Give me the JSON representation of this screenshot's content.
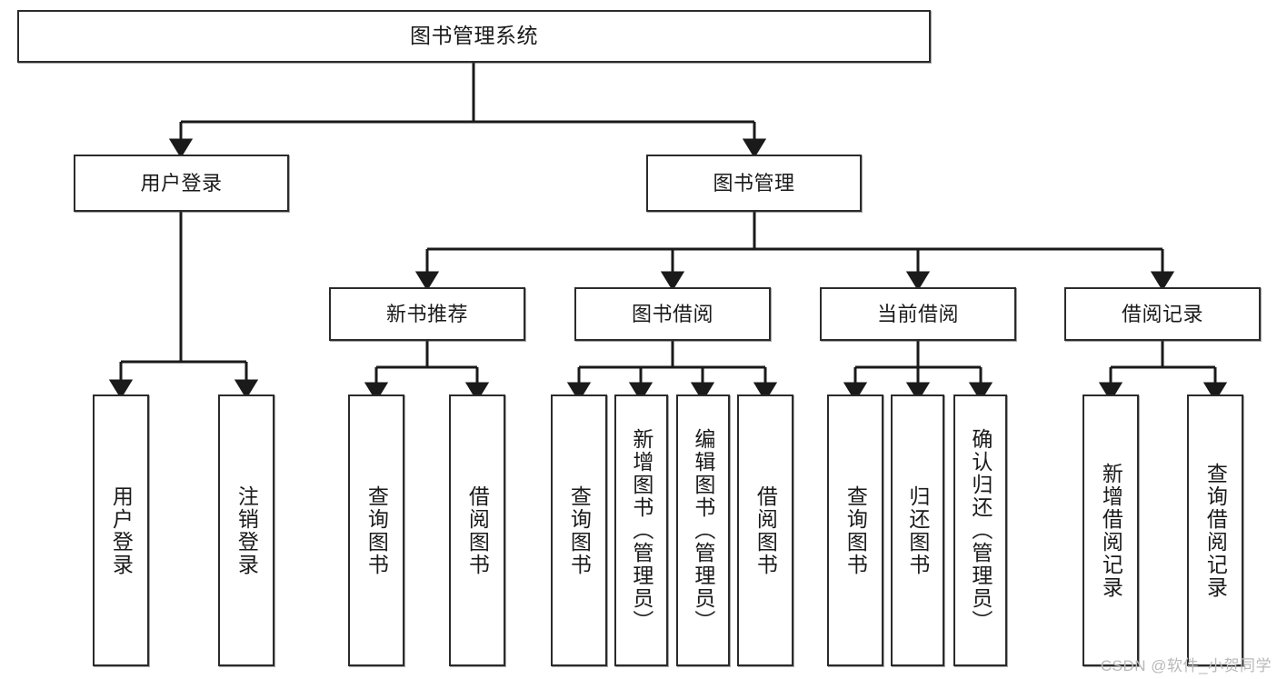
{
  "diagram": {
    "title": "图书管理系统",
    "type": "tree",
    "colors": {
      "box_border": "#2b2b2b",
      "box_fill": "#ffffff",
      "connector": "#1a1a1a",
      "watermark": "#b9b9b9",
      "background": "#ffffff"
    },
    "root": {
      "label": "图书管理系统"
    },
    "level2": [
      {
        "id": "user-login",
        "label": "用户登录"
      },
      {
        "id": "book-management",
        "label": "图书管理"
      }
    ],
    "level3": [
      {
        "id": "new-book-recommend",
        "label": "新书推荐"
      },
      {
        "id": "book-borrow",
        "label": "图书借阅"
      },
      {
        "id": "current-borrow",
        "label": "当前借阅"
      },
      {
        "id": "borrow-record",
        "label": "借阅记录"
      }
    ],
    "leaves": [
      {
        "id": "leaf-user-login",
        "label": "用户登录",
        "parent": "user-login"
      },
      {
        "id": "leaf-user-logout",
        "label": "注销登录",
        "parent": "user-login"
      },
      {
        "id": "leaf-query-book-1",
        "label": "查询图书",
        "parent": "new-book-recommend"
      },
      {
        "id": "leaf-borrow-book-1",
        "label": "借阅图书",
        "parent": "new-book-recommend"
      },
      {
        "id": "leaf-query-book-2",
        "label": "查询图书",
        "parent": "book-borrow"
      },
      {
        "id": "leaf-add-book",
        "label": "新增图书（管理员）",
        "parent": "book-borrow"
      },
      {
        "id": "leaf-edit-book",
        "label": "编辑图书（管理员）",
        "parent": "book-borrow"
      },
      {
        "id": "leaf-borrow-book-2",
        "label": "借阅图书",
        "parent": "book-borrow"
      },
      {
        "id": "leaf-query-book-3",
        "label": "查询图书",
        "parent": "current-borrow"
      },
      {
        "id": "leaf-return-book",
        "label": "归还图书",
        "parent": "current-borrow"
      },
      {
        "id": "leaf-confirm-return",
        "label": "确认归还（管理员）",
        "parent": "current-borrow"
      },
      {
        "id": "leaf-add-record",
        "label": "新增借阅记录",
        "parent": "borrow-record"
      },
      {
        "id": "leaf-query-record",
        "label": "查询借阅记录",
        "parent": "borrow-record"
      }
    ],
    "watermark": "CSDN @软件_小贺同学"
  }
}
